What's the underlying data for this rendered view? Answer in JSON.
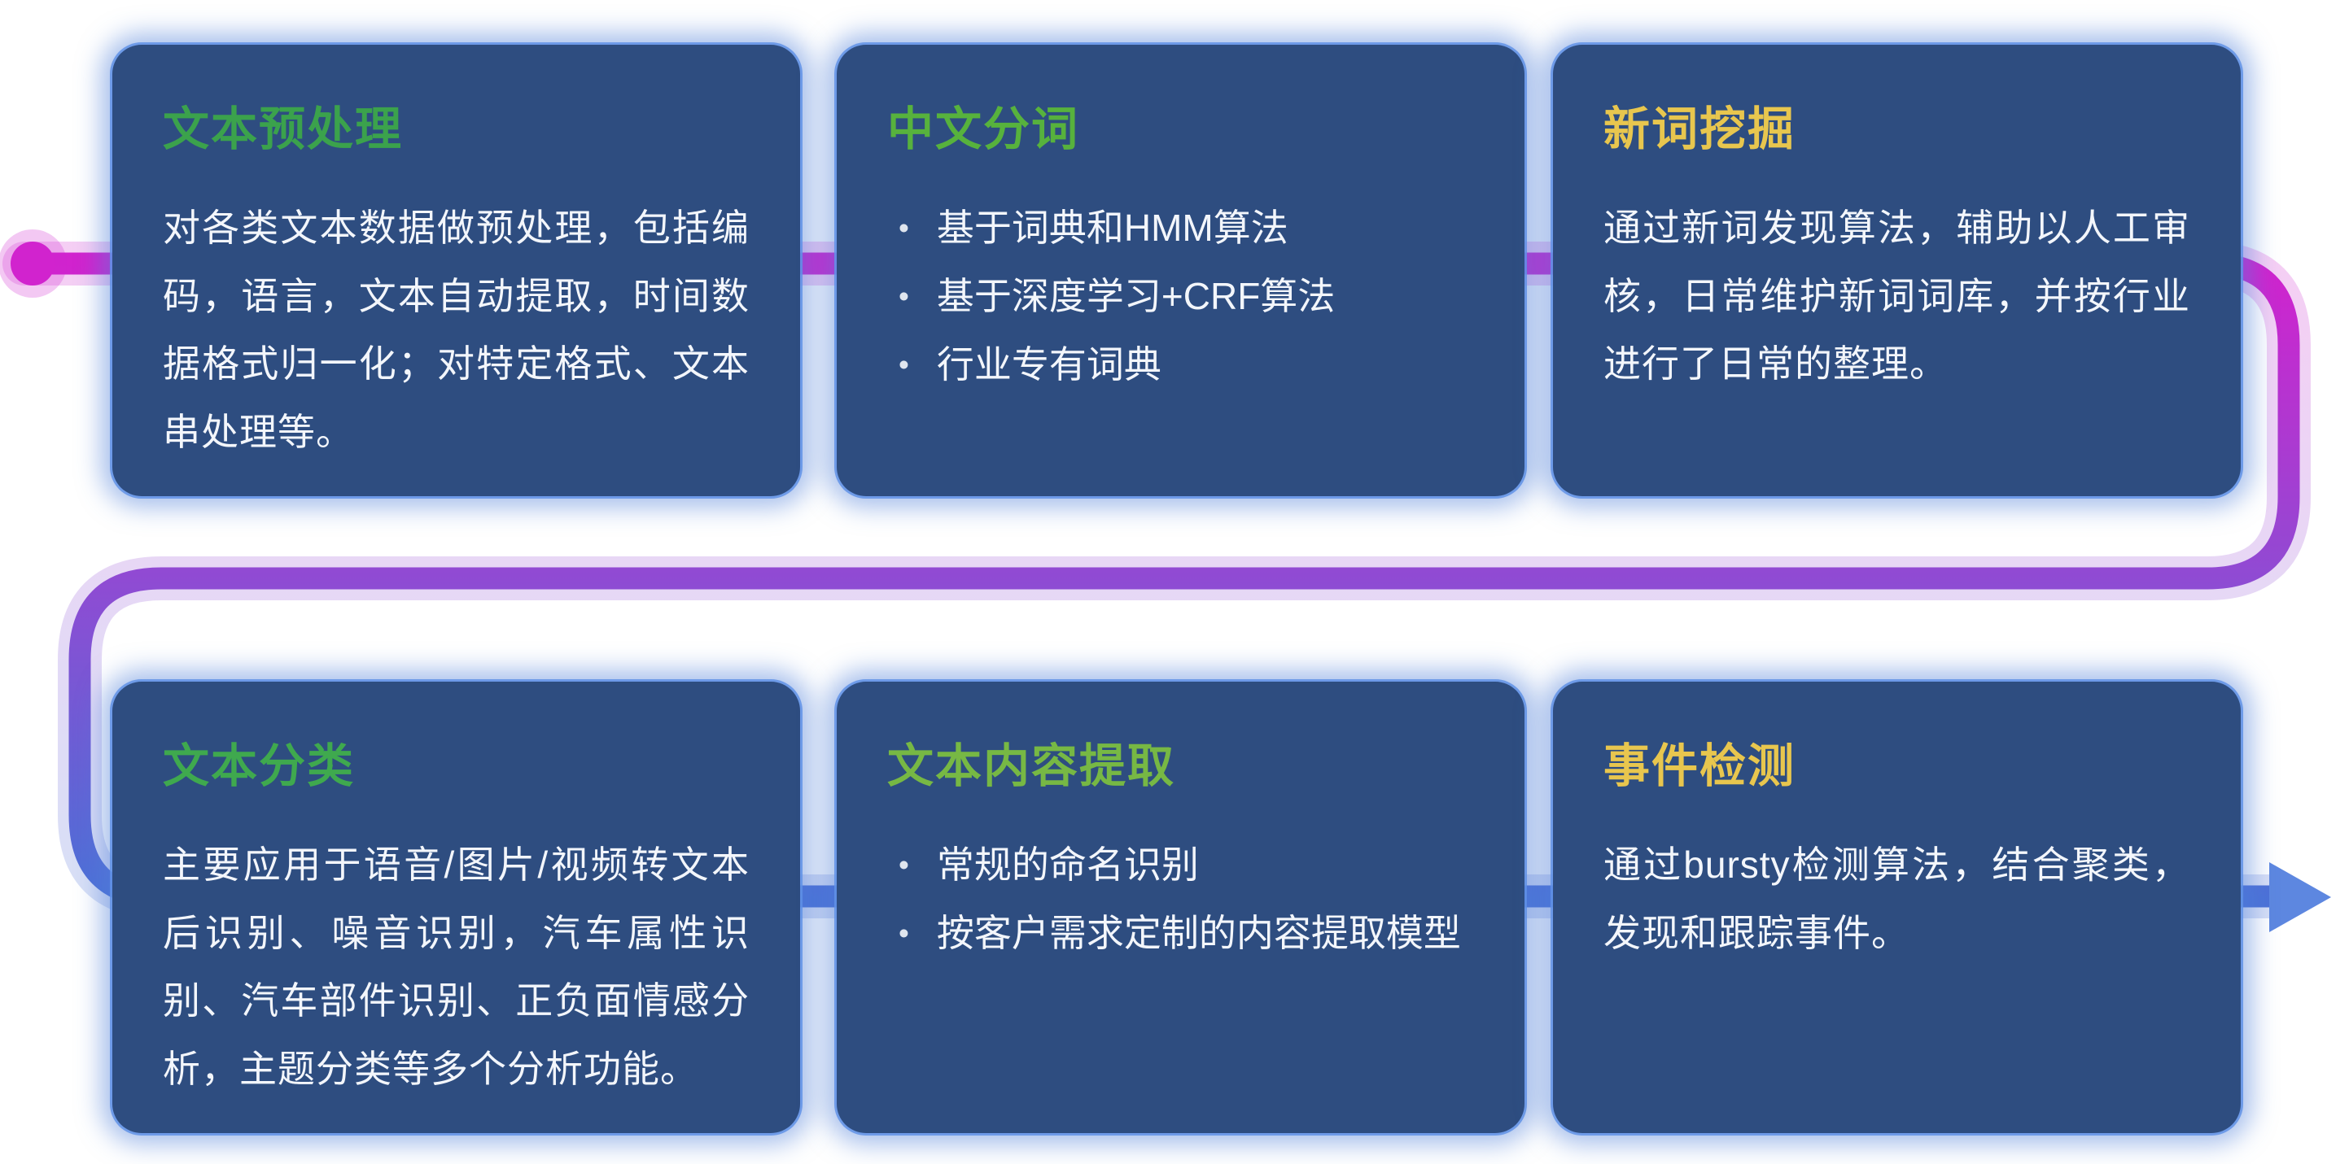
{
  "page": {
    "background": "#ffffff"
  },
  "flow": {
    "gradient": {
      "start": "#d123ce",
      "middle": "#8f4bd3",
      "end": "#4b71d7"
    },
    "start_dot_color": "#d123ce",
    "arrow_color": "#5d87e0"
  },
  "cards": [
    {
      "title": "文本预处理",
      "title_color": "#3ba24c",
      "body": "对各类文本数据做预处理，包括编码，语言，文本自动提取，时间数据格式归一化；对特定格式、文本串处理等。"
    },
    {
      "title": "中文分词",
      "title_color": "#57b23d",
      "bullets": [
        "基于词典和HMM算法",
        "基于深度学习+CRF算法",
        "行业专有词典"
      ]
    },
    {
      "title": "新词挖掘",
      "title_color": "#e8c64e",
      "body": "通过新词发现算法，辅助以人工审核，日常维护新词词库，并按行业进行了日常的整理。"
    },
    {
      "title": "文本分类",
      "title_color": "#3fa94e",
      "body": "主要应用于语音/图片/视频转文本后识别、噪音识别，汽车属性识别、汽车部件识别、正负面情感分析，主题分类等多个分析功能。"
    },
    {
      "title": "文本内容提取",
      "title_color": "#77b844",
      "bullets": [
        "常规的命名识别",
        "按客户需求定制的内容提取模型"
      ]
    },
    {
      "title": "事件检测",
      "title_color": "#e8c64e",
      "body": "通过bursty检测算法，结合聚类，发现和跟踪事件。"
    }
  ]
}
